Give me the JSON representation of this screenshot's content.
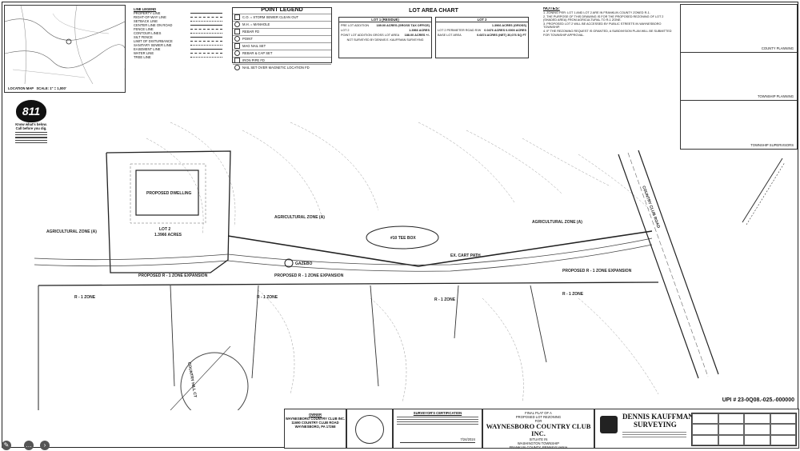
{
  "location_map": {
    "label": "LOCATION MAP",
    "scale": "SCALE: 1\" = 1,000'"
  },
  "line_legend": {
    "title": "LINE LEGEND",
    "items": [
      "PROPERTY LINE",
      "RIGHT-OF-WAY LINE",
      "SETBACK LINE",
      "CENTER LINE ON ROAD",
      "FENCE LINE",
      "CONTOUR LINES",
      "SILT FENCE",
      "LIMIT OF DISTURBANCE",
      "SANITARY SEWER LINE",
      "EASEMENT LINE",
      "WATER LINE",
      "TREE LINE"
    ]
  },
  "point_legend": {
    "title": "POINT LEGEND",
    "items": [
      "C.O. = STORM SEWER CLEAN OUT",
      "M.H. = MANHOLE",
      "REBAR FD",
      "POINT",
      "MAG NAIL SET",
      "REBAR & CAP SET",
      "IRON PIPE FD",
      "NAIL SET OVER MAGNETIC LOCATION FD"
    ]
  },
  "lot_area_chart": {
    "title": "LOT AREA CHART",
    "lot1": {
      "title": "LOT 1 (RESIDUE)",
      "rows": [
        [
          "PRE LOT ADDITION",
          "189.00 ACRES (GROSS TAX OFFICE)"
        ],
        [
          "LOT 2",
          "1.3966 ACRES"
        ],
        [
          "POINT LOT ADDITION GROSS LOT AREA",
          "188.00 ACRES +/-"
        ]
      ],
      "note": "NOT SURVEYED BY DENNIS E. KAUFFMAN SURVEYING"
    },
    "lot2": {
      "title": "LOT 2",
      "rows": [
        [
          "",
          "1.3966 ACRES (GROSS)"
        ],
        [
          "LOT 2 PERIMETER ROAD R/W",
          "0.0476 ACRES 0.0000 ACRES"
        ],
        [
          "BASE LOT AREA",
          "0.6874 ACRES (NET) 30,076 SQ FT"
        ]
      ]
    }
  },
  "notes": {
    "title": "NOTES:",
    "items": [
      "1. ZONING PER: LOT 1 AND LOT 2 ARE IN FRANKLIN COUNTY ZONED R-1.",
      "2. THE PURPOSE OF THIS DRAWING IS FOR THE PROPOSED REZONING OF LOT 2 (SHADED AREA) FROM AGRICULTURAL TO R-1 ZONE.",
      "3. PROPOSED LOT 2 WILL BE ACCESSED BY PUBLIC STREETS IN WAYNESBORO TOWNSHIP.",
      "4. IF THE REZONING REQUEST IS GRANTED, A SUBDIVISION PLAN WILL BE SUBMITTED FOR TOWNSHIP APPROVAL."
    ]
  },
  "approvals": {
    "county": "COUNTY PLANNING",
    "township": "TOWNSHIP PLANNING",
    "supervisors": "TOWNSHIP SUPERVISORS"
  },
  "badge_811": {
    "number": "811",
    "line1": "Know what's below.",
    "line2": "Call before you dig."
  },
  "map_labels": {
    "ag_zone_1": "AGRICULTURAL ZONE (A)",
    "ag_zone_2": "AGRICULTURAL ZONE (A)",
    "ag_zone_3": "AGRICULTURAL ZONE (A)",
    "r1_1": "R - 1 ZONE",
    "r1_2": "R - 1 ZONE",
    "r1_3": "R - 1 ZONE",
    "r1_4": "R - 1 ZONE",
    "proposed_1": "PROPOSED R - 1 ZONE EXPANSION",
    "proposed_2": "PROPOSED R - 1 ZONE EXPANSION",
    "proposed_3": "PROPOSED R - 1 ZONE EXPANSION",
    "tee_box": "#10 TEE BOX",
    "cart_path": "EX. CART PATH",
    "gazebo": "GAZEBO",
    "dwelling": "PROPOSED DWELLING",
    "lot2": "LOT 2",
    "lot2_area": "1.3966 ACRES",
    "road": "COUNTRY CLUB ROAD",
    "rd_2": "COUNTRY HILL CT"
  },
  "owner": {
    "heading": "OWNER",
    "name": "WAYNESBORO COUNTRY CLUB INC.",
    "addr1": "11690 COUNTRY CLUB ROAD",
    "addr2": "WAYNESBORO, PA 17268"
  },
  "certification": {
    "heading": "SURVEYOR'S CERTIFICATION",
    "date": "7/24/2024"
  },
  "plat_title": {
    "line1": "FINAL PLAT OF A",
    "line2": "PROPOSED LOT REZONING",
    "line3": "FOR",
    "main": "WAYNESBORO COUNTRY CLUB INC.",
    "situate": "SITUATE IN",
    "township": "WASHINGTON TOWNSHIP",
    "county": "FRANKLIN COUNTY, PENNSYLVANIA"
  },
  "surveyor": {
    "name1": "DENNIS KAUFFMAN",
    "name2": "SURVEYING"
  },
  "upi": "UPI # 23-0Q08.-025.-000000"
}
